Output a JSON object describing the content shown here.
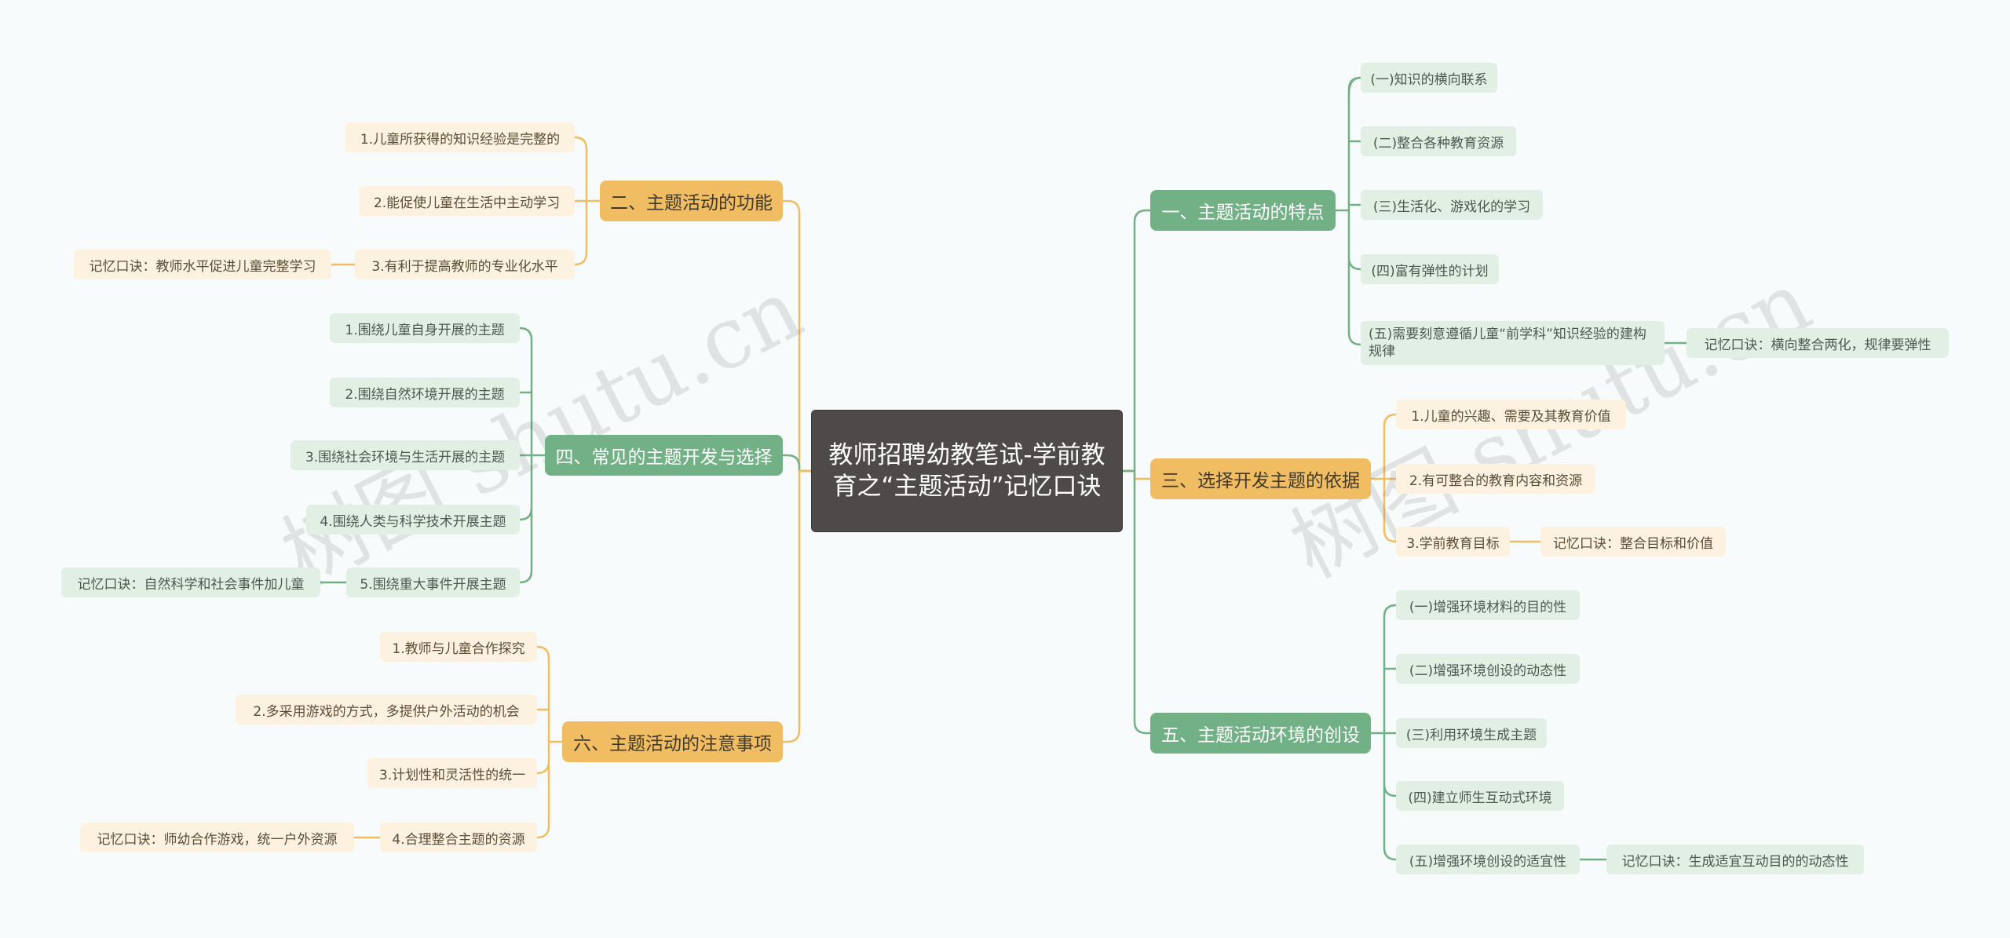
{
  "root": {
    "title": "教师招聘幼教笔试-学前教育之“主题活动”记忆口诀"
  },
  "branches": {
    "b1": {
      "title": "一、主题活动的特点",
      "items": [
        "(一)知识的横向联系",
        "(二)整合各种教育资源",
        "(三)生活化、游戏化的学习",
        "(四)富有弹性的计划",
        "(五)需要刻意遵循儿童“前学科”知识经验的建构规律"
      ],
      "mnemonic": "记忆口诀：横向整合两化，规律要弹性"
    },
    "b2": {
      "title": "二、主题活动的功能",
      "items": [
        "1.儿童所获得的知识经验是完整的",
        "2.能促使儿童在生活中主动学习",
        "3.有利于提高教师的专业化水平"
      ],
      "mnemonic": "记忆口诀：教师水平促进儿童完整学习"
    },
    "b3": {
      "title": "三、选择开发主题的依据",
      "items": [
        "1.儿童的兴趣、需要及其教育价值",
        "2.有可整合的教育内容和资源",
        "3.学前教育目标"
      ],
      "mnemonic": "记忆口诀：整合目标和价值"
    },
    "b4": {
      "title": "四、常见的主题开发与选择",
      "items": [
        "1.围绕儿童自身开展的主题",
        "2.围绕自然环境开展的主题",
        "3.围绕社会环境与生活开展的主题",
        "4.围绕人类与科学技术开展主题",
        "5.围绕重大事件开展主题"
      ],
      "mnemonic": "记忆口诀：自然科学和社会事件加儿童"
    },
    "b5": {
      "title": "五、主题活动环境的创设",
      "items": [
        "(一)增强环境材料的目的性",
        "(二)增强环境创设的动态性",
        "(三)利用环境生成主题",
        "(四)建立师生互动式环境",
        "(五)增强环境创设的适宜性"
      ],
      "mnemonic": "记忆口诀：生成适宜互动目的的动态性"
    },
    "b6": {
      "title": "六、主题活动的注意事项",
      "items": [
        "1.教师与儿童合作探究",
        "2.多采用游戏的方式，多提供户外活动的机会",
        "3.计划性和灵活性的统一",
        "4.合理整合主题的资源"
      ],
      "mnemonic": "记忆口诀：师幼合作游戏，统一户外资源"
    }
  },
  "watermarks": [
    "树图 shutu.cn",
    "树图 shutu.cn"
  ],
  "colors": {
    "green_branch": "#72b086",
    "orange_branch": "#f1bd63",
    "root_bg": "#4f4a4a"
  }
}
